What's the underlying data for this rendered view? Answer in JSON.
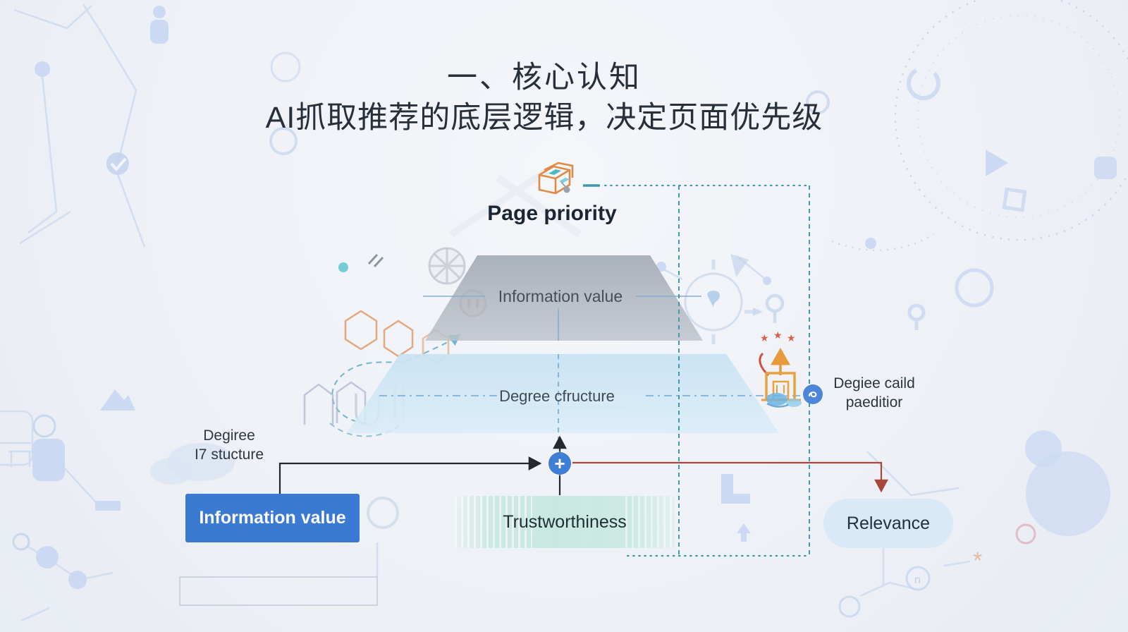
{
  "title": {
    "line1": "一、核心认知",
    "line2": "AI抓取推荐的底层逻辑，决定页面优先级"
  },
  "pyramid": {
    "icon": "cube-3d-icon",
    "heading": "Page priority",
    "levels": [
      {
        "label": "Information value",
        "fill": "#b2b9c2"
      },
      {
        "label": "Degree cfructure",
        "fill": "#d2e6f4"
      }
    ]
  },
  "notes": {
    "left": {
      "line1": "Degiree",
      "line2": "I7 stucture"
    },
    "right": {
      "line1": "Degiee caild",
      "line2": "paeditior"
    }
  },
  "boxes": {
    "information_value": {
      "label": "Information value",
      "fill": "#3b7ad2",
      "text_color": "#ffffff"
    },
    "trustworthiness": {
      "label": "Trustworthiness",
      "fill": "#c7e8e0",
      "text_color": "#202e36"
    },
    "relevance": {
      "label": "Relevance",
      "fill": "#d9e9f7",
      "text_color": "#22313c"
    }
  },
  "plus": {
    "symbol": "+",
    "color": "#3f7ed5"
  },
  "icons": {
    "top": "cube-3d-icon",
    "right_cluster": [
      "three-stars-icon",
      "up-arrow-icon",
      "storefront-icon",
      "share-node-icon"
    ]
  },
  "colors": {
    "dotted_frame": "#3f9ab0",
    "dash_blue": "#6fa8d2",
    "arrow_black": "#23282d",
    "arrow_red": "#a8473c",
    "accent_orange": "#e69a3c",
    "star_red": "#d85f4e",
    "background": "#eef1f6"
  }
}
